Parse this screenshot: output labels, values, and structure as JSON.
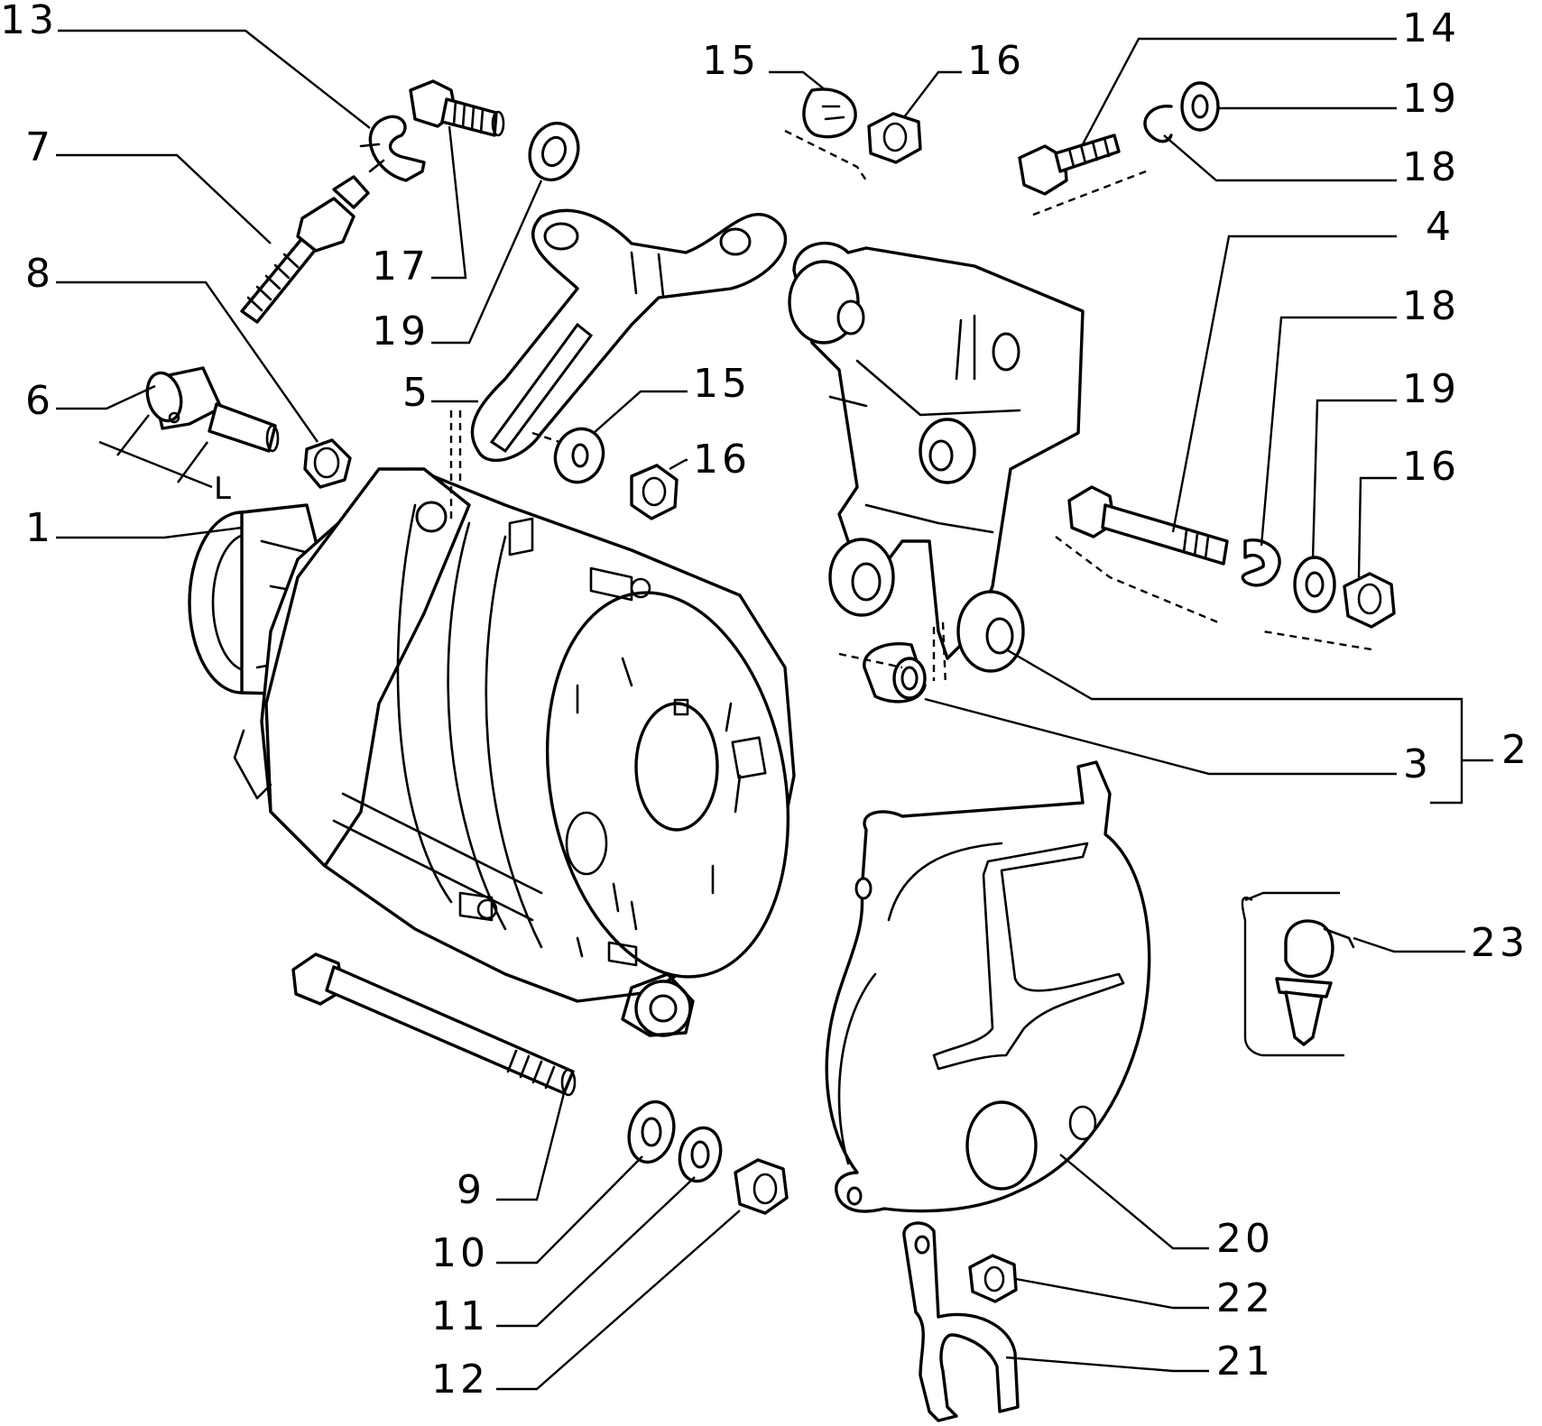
{
  "diagram": {
    "dimension_label": "L",
    "callouts": [
      {
        "id": "c1",
        "text": "1"
      },
      {
        "id": "c2",
        "text": "2"
      },
      {
        "id": "c3",
        "text": "3"
      },
      {
        "id": "c4",
        "text": "4"
      },
      {
        "id": "c5",
        "text": "5"
      },
      {
        "id": "c6",
        "text": "6"
      },
      {
        "id": "c7",
        "text": "7"
      },
      {
        "id": "c8",
        "text": "8"
      },
      {
        "id": "c9",
        "text": "9"
      },
      {
        "id": "c10",
        "text": "10"
      },
      {
        "id": "c11",
        "text": "11"
      },
      {
        "id": "c12",
        "text": "12"
      },
      {
        "id": "c13",
        "text": "13"
      },
      {
        "id": "c14",
        "text": "14"
      },
      {
        "id": "c15a",
        "text": "15"
      },
      {
        "id": "c15b",
        "text": "15"
      },
      {
        "id": "c16a",
        "text": "16"
      },
      {
        "id": "c16b",
        "text": "16"
      },
      {
        "id": "c16c",
        "text": "16"
      },
      {
        "id": "c17",
        "text": "17"
      },
      {
        "id": "c18a",
        "text": "18"
      },
      {
        "id": "c18b",
        "text": "18"
      },
      {
        "id": "c19a",
        "text": "19"
      },
      {
        "id": "c19b",
        "text": "19"
      },
      {
        "id": "c19c",
        "text": "19"
      },
      {
        "id": "c20",
        "text": "20"
      },
      {
        "id": "c21",
        "text": "21"
      },
      {
        "id": "c22",
        "text": "22"
      },
      {
        "id": "c23",
        "text": "23"
      }
    ]
  }
}
